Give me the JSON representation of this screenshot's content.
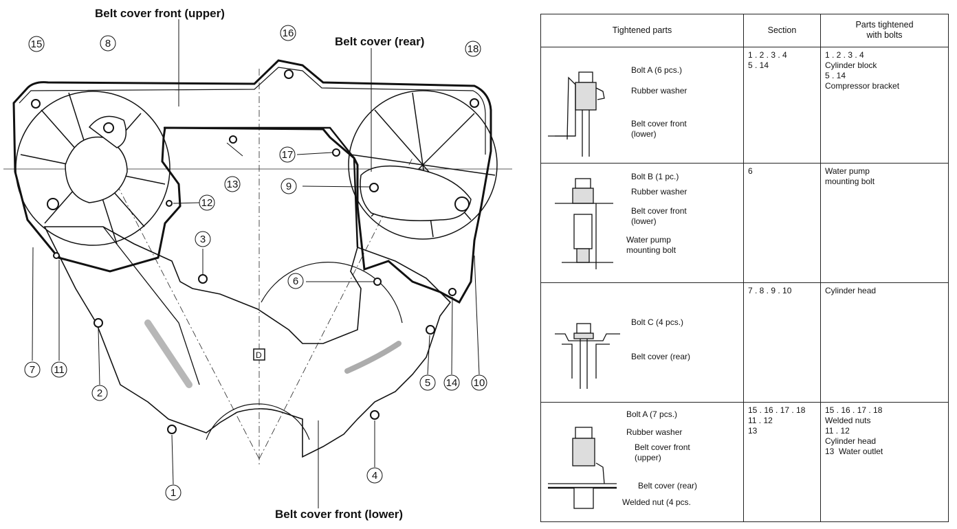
{
  "diagram": {
    "labels": {
      "belt_cover_front_upper": "Belt cover front (upper)",
      "belt_cover_rear": "Belt cover (rear)",
      "belt_cover_front_lower": "Belt cover front (lower)"
    },
    "bolt_numbers": [
      "1",
      "2",
      "3",
      "4",
      "5",
      "6",
      "7",
      "8",
      "9",
      "10",
      "11",
      "12",
      "13",
      "14",
      "15",
      "16",
      "17",
      "18"
    ],
    "center_mark": "D"
  },
  "table": {
    "headers": [
      "Tightened parts",
      "Section",
      "Parts tightened\nwith bolts"
    ],
    "rows": [
      {
        "callouts": [
          "Bolt A (6 pcs.)",
          "Rubber washer",
          "Belt cover front\n(lower)"
        ],
        "section": "1 . 2 . 3 . 4\n5 . 14",
        "parts": "1 . 2 . 3 . 4\nCylinder block\n5 . 14\nCompressor bracket"
      },
      {
        "callouts": [
          "Bolt B (1 pc.)",
          "Rubber washer",
          "Belt cover front\n(lower)",
          "Water pump\nmounting bolt"
        ],
        "section": "6",
        "parts": "Water pump\nmounting bolt"
      },
      {
        "callouts": [
          "Bolt C (4 pcs.)",
          "Belt cover (rear)"
        ],
        "section": "7 . 8 . 9 . 10",
        "parts": "Cylinder head"
      },
      {
        "callouts": [
          "Bolt A (7 pcs.)",
          "Rubber washer",
          "Belt cover front\n(upper)",
          "Belt cover (rear)",
          "Welded nut (4 pcs."
        ],
        "section": "15 . 16 . 17 . 18\n11 . 12\n13",
        "parts": "15 . 16 . 17 . 18\nWelded nuts\n11 . 12\nCylinder head\n13  Water outlet"
      }
    ]
  }
}
